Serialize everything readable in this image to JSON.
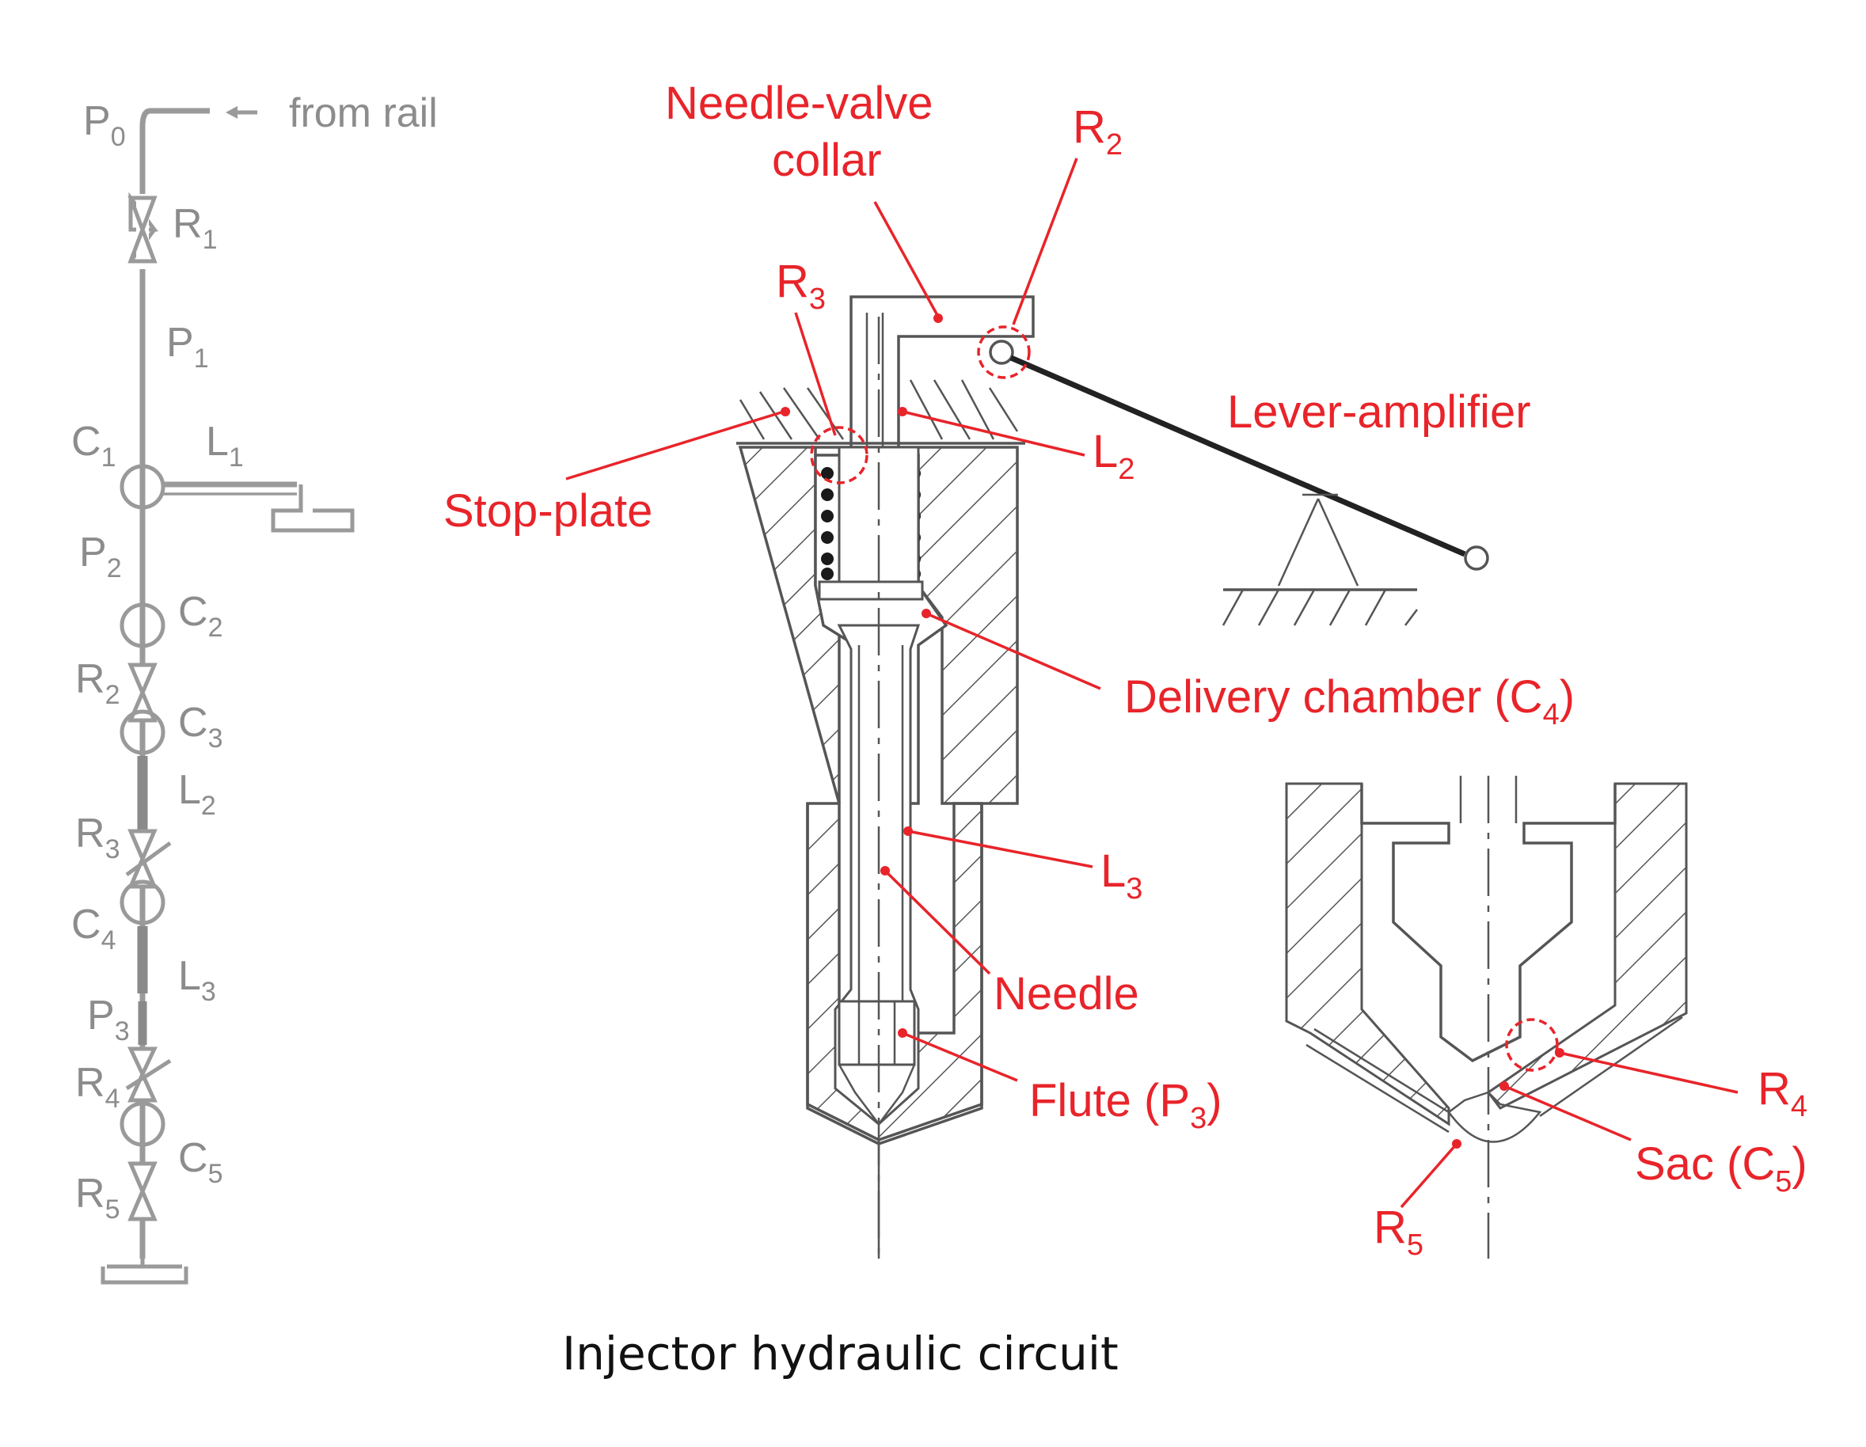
{
  "caption": "Injector hydraulic circuit",
  "circuit": {
    "from_rail": "from rail",
    "P0": {
      "main": "P",
      "sub": "0"
    },
    "R1": {
      "main": "R",
      "sub": "1"
    },
    "P1": {
      "main": "P",
      "sub": "1"
    },
    "C1": {
      "main": "C",
      "sub": "1"
    },
    "L1": {
      "main": "L",
      "sub": "1"
    },
    "P2": {
      "main": "P",
      "sub": "2"
    },
    "C2": {
      "main": "C",
      "sub": "2"
    },
    "R2": {
      "main": "R",
      "sub": "2"
    },
    "C3": {
      "main": "C",
      "sub": "3"
    },
    "L2": {
      "main": "L",
      "sub": "2"
    },
    "R3": {
      "main": "R",
      "sub": "3"
    },
    "C4": {
      "main": "C",
      "sub": "4"
    },
    "L3": {
      "main": "L",
      "sub": "3"
    },
    "P3": {
      "main": "P",
      "sub": "3"
    },
    "R4": {
      "main": "R",
      "sub": "4"
    },
    "C5": {
      "main": "C",
      "sub": "5"
    },
    "R5": {
      "main": "R",
      "sub": "5"
    }
  },
  "labels": {
    "needle_valve_collar_1": "Needle-valve",
    "needle_valve_collar_2": "collar",
    "R2": {
      "main": "R",
      "sub": "2"
    },
    "R3": {
      "main": "R",
      "sub": "3"
    },
    "lever_amplifier": "Lever-amplifier",
    "L2": {
      "main": "L",
      "sub": "2"
    },
    "stop_plate": "Stop-plate",
    "delivery_chamber": {
      "main": "Delivery chamber (C",
      "sub": "4",
      "end": ")"
    },
    "L3": {
      "main": "L",
      "sub": "3"
    },
    "needle": "Needle",
    "flute": {
      "main": "Flute (P",
      "sub": "3",
      "end": ")"
    },
    "R4": {
      "main": "R",
      "sub": "4"
    },
    "sac": {
      "main": "Sac (C",
      "sub": "5",
      "end": ")"
    },
    "R5": {
      "main": "R",
      "sub": "5"
    }
  },
  "colors": {
    "annotation": "#e8242a",
    "circuit": "#9a9a9a",
    "drawing": "#555555"
  }
}
